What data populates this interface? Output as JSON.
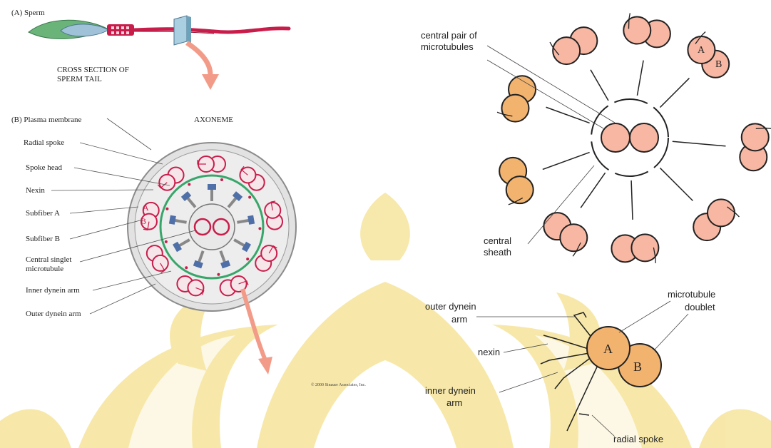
{
  "panel_a": {
    "label": "(A) Sperm",
    "caption_line1": "CROSS SECTION OF",
    "caption_line2": "SPERM TAIL"
  },
  "panel_b": {
    "label": "(B) Plasma membrane",
    "title": "AXONEME",
    "labels": [
      "Radial spoke",
      "Spoke head",
      "Nexin",
      "Subfiber A",
      "Subfiber B",
      "Central singlet",
      "microtubule",
      "Inner dynein arm",
      "Outer dynein arm"
    ],
    "subfiber_a": "A",
    "subfiber_b": "B",
    "copyright": "© 2000 Sinauer Associates, Inc."
  },
  "right_diagram": {
    "central_pair_line1": "central pair of",
    "central_pair_line2": "microtubules",
    "central_sheath_line1": "central",
    "central_sheath_line2": "sheath",
    "doublet_a": "A",
    "doublet_b": "B"
  },
  "detail": {
    "outer_dynein_line1": "outer dynein",
    "outer_dynein_line2": "arm",
    "nexin": "nexin",
    "inner_dynein_line1": "inner dynein",
    "inner_dynein_line2": "arm",
    "microtubule_line1": "microtubule",
    "microtubule_line2": "doublet",
    "radial_spoke": "radial spoke",
    "a": "A",
    "b": "B"
  },
  "colors": {
    "watermark": "#f7e7a6",
    "tubule_pink": "#f7b7a3",
    "tubule_orange": "#f2b36f",
    "axoneme_red": "#c81d4a",
    "green_ring": "#38a66a",
    "spoke_blue": "#4e6fa8",
    "arrow": "#f29b88"
  }
}
